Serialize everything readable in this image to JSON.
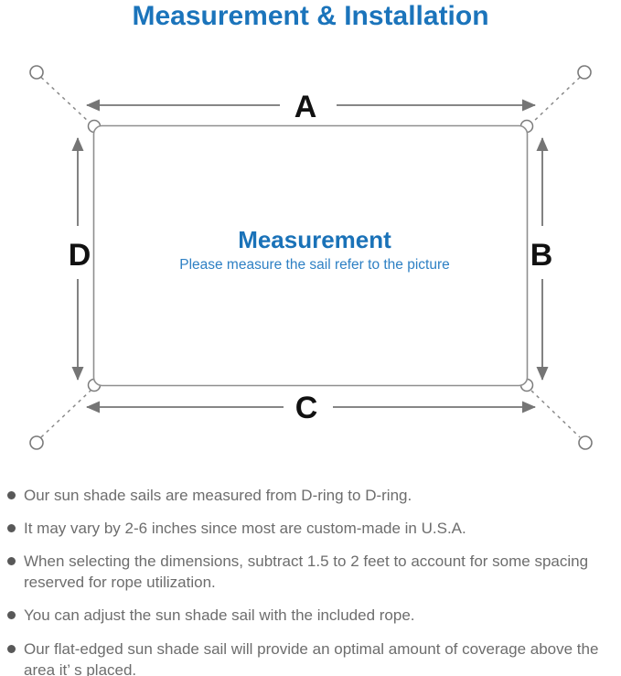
{
  "page": {
    "title": "Measurement & Installation"
  },
  "diagram": {
    "center": {
      "heading": "Measurement",
      "subtitle": "Please measure the sail refer to the picture"
    },
    "labels": {
      "top": "A",
      "right": "B",
      "bottom": "C",
      "left": "D"
    },
    "colors": {
      "title_blue": "#1b74bb",
      "heading_blue": "#1a72b8",
      "subtitle_blue": "#2e80c4",
      "arrow_gray": "#757575",
      "outline_gray": "#8f8f8f",
      "label_black": "#111111",
      "note_gray": "#6d6d6d"
    }
  },
  "notes": [
    {
      "text": "Our sun shade sails are measured from D-ring to D-ring."
    },
    {
      "text": "It may vary by 2-6 inches since most are custom-made in U.S.A."
    },
    {
      "text": "When selecting the dimensions, subtract 1.5 to 2 feet to account for some spacing reserved for rope utilization."
    },
    {
      "text": "You can adjust the sun shade sail with the included rope."
    },
    {
      "text": "Our flat-edged sun shade sail will provide an optimal amount of coverage above the area it’ s placed."
    }
  ]
}
